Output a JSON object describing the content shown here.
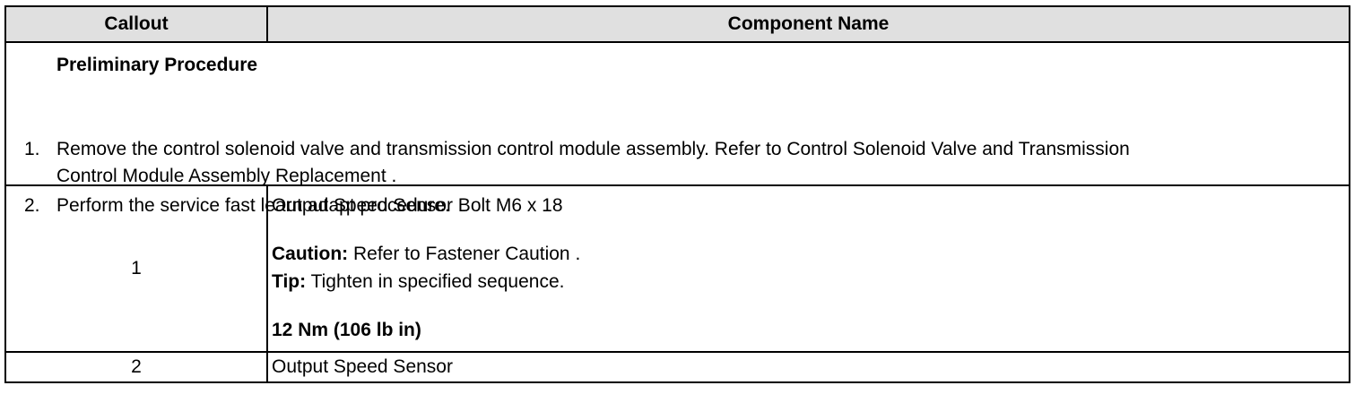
{
  "header": {
    "callout": "Callout",
    "component_name": "Component Name"
  },
  "preliminary": {
    "title": "Preliminary Procedure",
    "steps": [
      {
        "num": "1.",
        "line1": "Remove the control solenoid valve and transmission control module assembly. Refer to Control Solenoid Valve and Transmission",
        "line2": "Control Module Assembly Replacement ."
      },
      {
        "num": "2.",
        "line1": "Perform the service fast learn adapt procedure."
      }
    ]
  },
  "rows": [
    {
      "callout": "1",
      "name": "Output Speed Sensor Bolt M6 x 18",
      "caution_label": "Caution:",
      "caution_text": " Refer to Fastener Caution .",
      "tip_label": "Tip:",
      "tip_text": " Tighten in specified sequence.",
      "torque": "12 Nm (106 lb in)"
    },
    {
      "callout": "2",
      "name": "Output Speed Sensor"
    }
  ]
}
